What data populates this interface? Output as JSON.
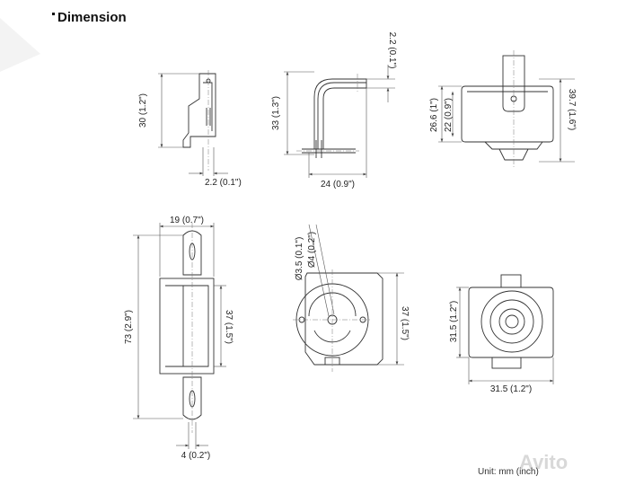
{
  "header": {
    "title": "Dimension"
  },
  "footer": {
    "unit": "Unit: mm (inch)"
  },
  "watermark": {
    "text": "Avito"
  },
  "dimensions": {
    "side_bracket_height": "30 (1.2\")",
    "side_bracket_thickness": "2.2 (0.1\")",
    "arm_height": "33 (1.3\")",
    "arm_top_thickness": "2.2 (0.1\")",
    "arm_depth": "24 (0.9\")",
    "camera_body_height": "26.6 (1\")",
    "camera_inner_height": "22 (0.9\")",
    "camera_total_height": "39.7 (1.6\")",
    "plate_width": "19 (0.7\")",
    "plate_length": "73 (2.9\")",
    "plate_mid_length": "37 (1.5\")",
    "plate_slot_width": "4 (0.2\")",
    "ring_hole_small": "Ø3.5 (0.1\")",
    "ring_hole_large": "Ø4 (0.2\")",
    "ring_height": "37 (1.5\")",
    "front_height": "31.5 (1.2\")",
    "front_width": "31.5 (1.2\")"
  }
}
